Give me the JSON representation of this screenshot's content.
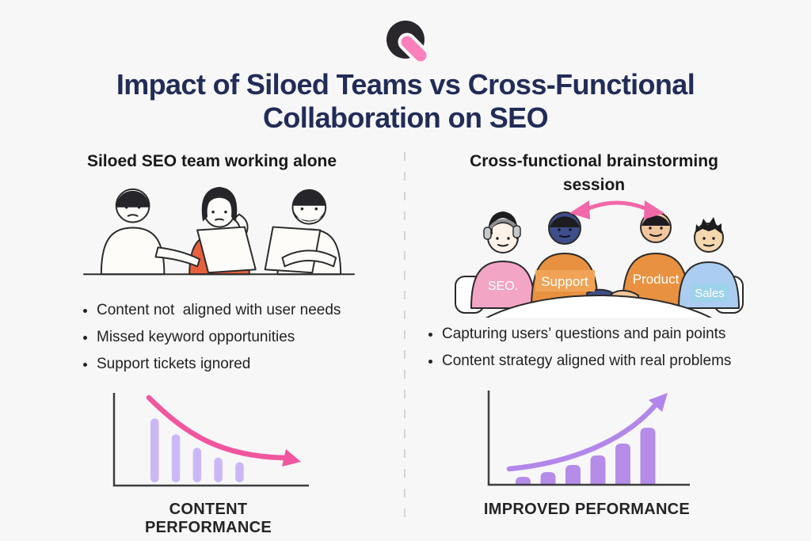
{
  "page": {
    "background_color": "#f7f7f8",
    "divider": "vertical dashed line separating the two panels"
  },
  "brand": {
    "logo_icon": "q-mark-logo",
    "logo_circle_color": "#29262c",
    "logo_pill_color": "#f980ba"
  },
  "title": {
    "full": "Impact of Siloed Teams vs Cross-Functional Collaboration on SEO",
    "lines": [
      "Impact of Siloed Teams vs Cross-Functional",
      "Collaboration on SEO"
    ],
    "color": "#222c57"
  },
  "left_panel": {
    "heading": "Siloed SEO team working alone",
    "illustration": {
      "name": "frustrated-team-illustration",
      "description": "Three frustrated teammates hunched over two laptops at a table",
      "middle_shirt_color": "#e7603d"
    },
    "bullets": [
      "Content not  aligned with user needs",
      "Missed keyword opportunities",
      "Support tickets ignored"
    ],
    "caption": "CONTENT PERFORMANCE"
  },
  "right_panel": {
    "heading": "Cross-functional brainstorming session",
    "heading_lines": [
      "Cross-functional brainstorming",
      "session"
    ],
    "illustration": {
      "name": "brainstorming-table-illustration",
      "description": "Four colleagues from different departments talking around a round table",
      "labels": [
        "SEO.",
        "Support",
        "Product",
        "Sales"
      ],
      "shirt_colors": [
        "#f3a5c6",
        "#e89140",
        "#e89140",
        "#aacdf1"
      ],
      "conversation_arrow_color": "#f268a8"
    },
    "bullets": [
      "Capturing users’ questions and pain points",
      "Content strategy aligned with real problems"
    ],
    "caption": "IMPROVED PEFORMANCE"
  },
  "chart_data": [
    {
      "type": "bar",
      "title": "CONTENT PERFORMANCE",
      "values": [
        85,
        64,
        46,
        33,
        27
      ],
      "bars_unlabeled": true,
      "bar_color": "#ccb7f6",
      "trend": "down",
      "trend_arrow_color": "#f1569f",
      "ylim": [
        0,
        100
      ],
      "axes": "plain L-shaped axes, no ticks, no gridlines, no labels"
    },
    {
      "type": "bar",
      "title": "IMPROVED PEFORMANCE",
      "values": [
        10,
        16,
        25,
        37,
        52,
        72
      ],
      "bars_unlabeled": true,
      "bar_color": "#b58de9",
      "trend": "up",
      "trend_arrow_color": "#b287ea",
      "ylim": [
        0,
        100
      ],
      "axes": "plain L-shaped axes, no ticks, no gridlines, no labels"
    }
  ]
}
